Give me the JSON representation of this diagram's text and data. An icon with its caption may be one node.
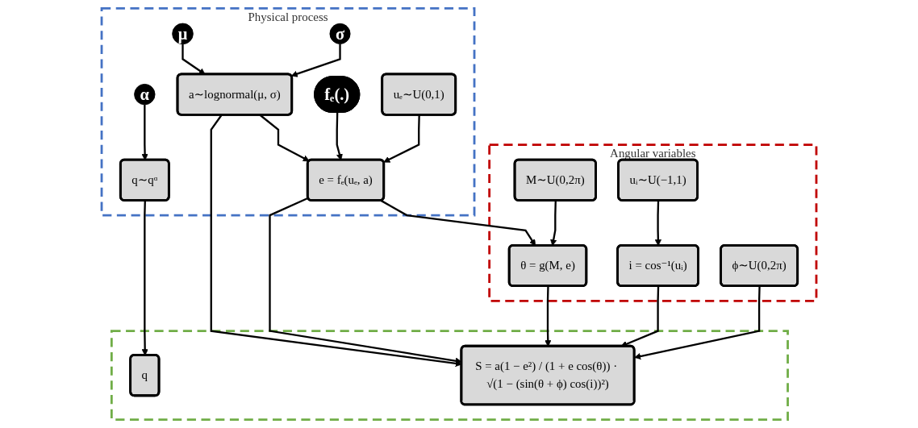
{
  "diagram": {
    "nodes": [
      {
        "text": [
          "Physical process"
        ]
      },
      {
        "text": [
          "α"
        ],
        "in": 0
      },
      {
        "text": [
          "μ"
        ],
        "in": 0
      },
      {
        "text": [
          "σ"
        ],
        "in": 0
      },
      {
        "text": [
          "fₑ(.)"
        ],
        "in": 0
      },
      {
        "text": [
          "uₑ∼U(0,1)"
        ],
        "in": 0
      },
      {
        "text": [
          "q∼qᵅ"
        ],
        "in": 0
      },
      {
        "text": [
          "a∼lognormal(μ, σ)"
        ],
        "in": 0
      },
      {
        "text": [
          "e = fₑ(uₑ, a)"
        ],
        "in": 0
      },
      {
        "text": [],
        "shape": "box"
      },
      {
        "text": [
          "q"
        ],
        "in": 9
      },
      {
        "text": [
          "S = a(1 − e²) / (1 + e cos(θ)) · √(1 − (sin(θ + ϕ) cos(i))²)"
        ],
        "in": 9
      },
      {
        "text": [
          "Angular variables"
        ]
      },
      {
        "text": [
          "θ = g(M, e)"
        ],
        "in": 12
      },
      {
        "text": [
          "M∼U(0,2π)"
        ],
        "in": 12
      },
      {
        "text": [
          "i = cos⁻¹(uᵢ)"
        ],
        "in": 12
      },
      {
        "text": [
          "uᵢ∼U(−1,1)"
        ],
        "in": 12
      },
      {
        "text": [
          "ϕ∼U(0,2π)"
        ],
        "in": 12
      }
    ],
    "edges": [
      {
        "from": 1,
        "to": 6,
        "arrow": "to"
      },
      {
        "from": 2,
        "to": 7,
        "arrow": "to"
      },
      {
        "from": 3,
        "to": 7,
        "arrow": "to"
      },
      {
        "from": 7,
        "to": 8,
        "arrow": "to"
      },
      {
        "from": 4,
        "to": 8,
        "arrow": "to"
      },
      {
        "from": 5,
        "to": 8,
        "arrow": "to"
      },
      {
        "from": 6,
        "to": 10,
        "arrow": "to"
      },
      {
        "from": 7,
        "to": 11,
        "arrow": "to"
      },
      {
        "from": 8,
        "to": 11,
        "arrow": "to"
      },
      {
        "from": 8,
        "to": 13,
        "arrow": "to"
      },
      {
        "from": 14,
        "to": 13,
        "arrow": "to"
      },
      {
        "from": 16,
        "to": 15,
        "arrow": "to"
      },
      {
        "from": 13,
        "to": 11,
        "arrow": "to"
      },
      {
        "from": 15,
        "to": 11,
        "arrow": "to"
      },
      {
        "from": 17,
        "to": 11,
        "arrow": "to"
      }
    ]
  }
}
